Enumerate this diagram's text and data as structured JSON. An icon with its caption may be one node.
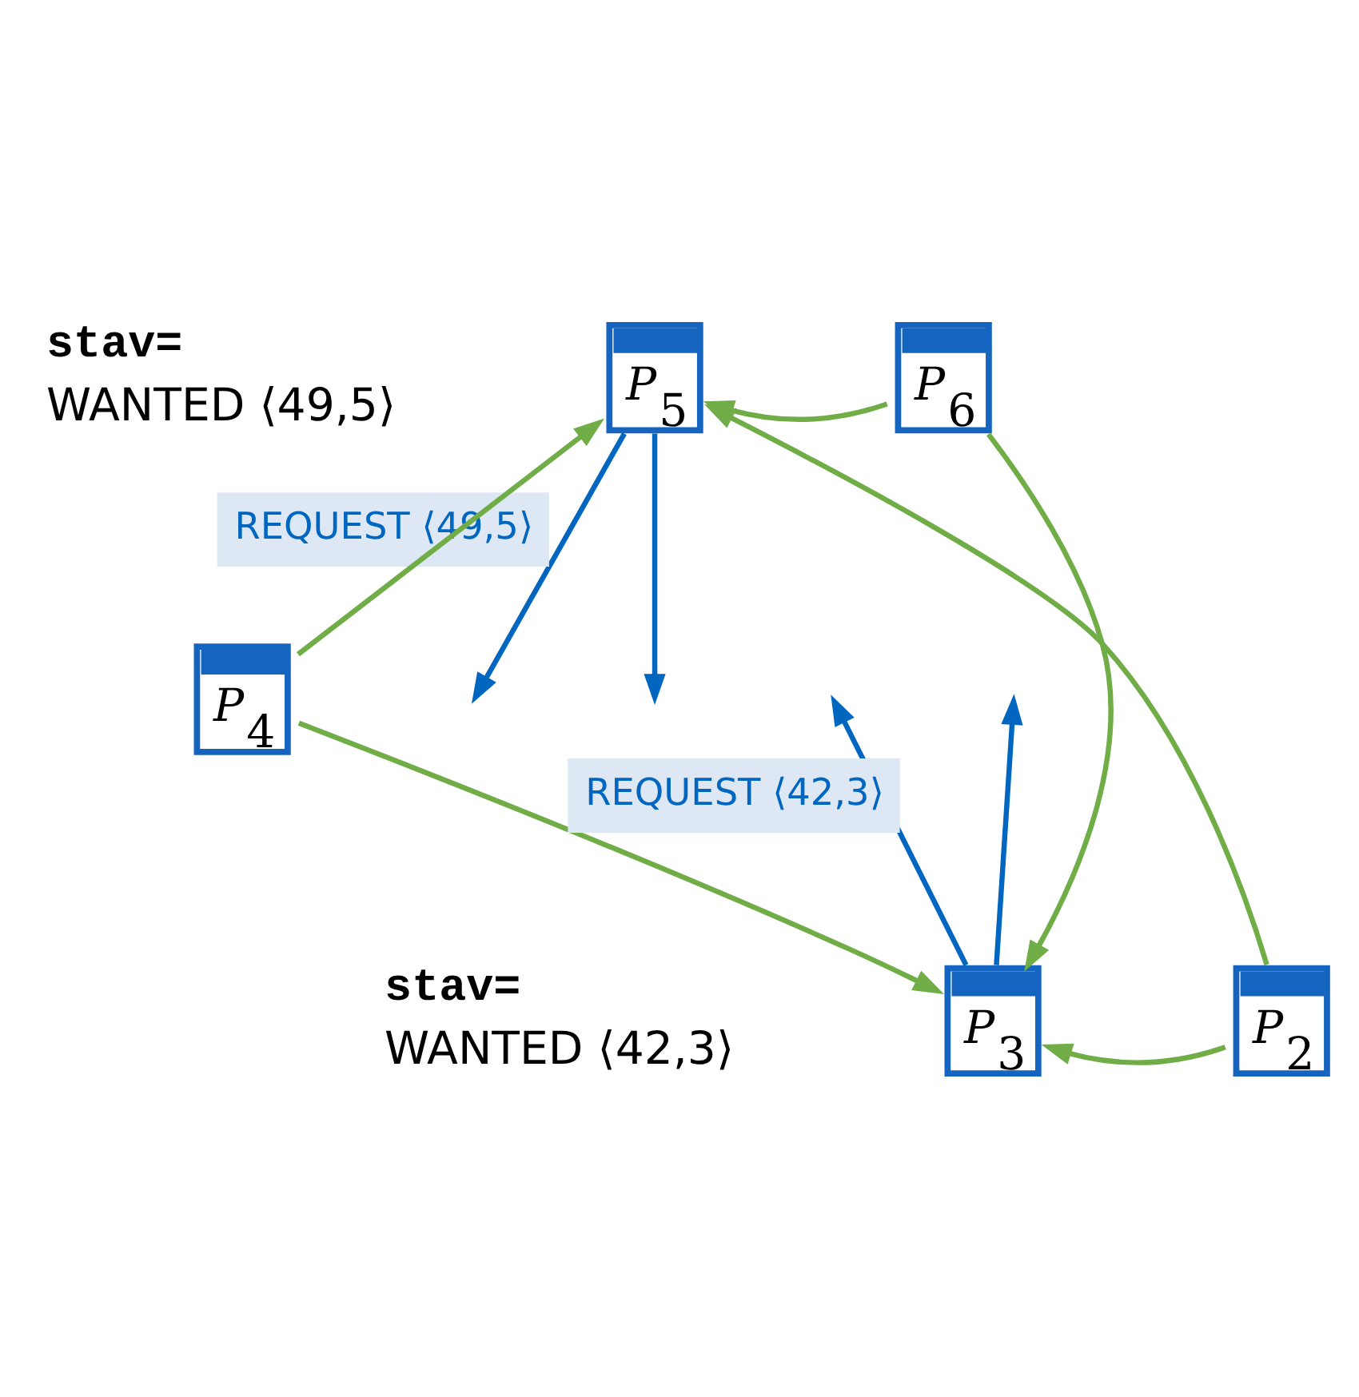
{
  "diagram": {
    "nodes": [
      {
        "text": [
          "*P*$_{5}$"
        ]
      },
      {
        "text": [
          "*P*$_{6}$"
        ]
      },
      {
        "text": [
          "*P*$_{4}$"
        ]
      },
      {
        "text": [
          "*P*$_{3}$"
        ]
      },
      {
        "text": [
          "*P*$_{2}$"
        ]
      }
    ],
    "edges": [
      {
        "from": 1,
        "to": 0,
        "arrow": "to"
      },
      {
        "from": 2,
        "to": 0,
        "arrow": "to"
      },
      {
        "from": 4,
        "to": 0,
        "arrow": "to"
      },
      {
        "from": 1,
        "to": 3,
        "arrow": "to"
      },
      {
        "from": 2,
        "to": 3,
        "arrow": "to"
      },
      {
        "from": 4,
        "to": 3,
        "arrow": "to"
      },
      {
        "from": 0,
        "to": null,
        "arrow": "to",
        "color": "#0066c0",
        "label": "REQUEST ⟨49,5⟩"
      },
      {
        "from": 0,
        "to": null,
        "arrow": "to",
        "color": "#0066c0"
      },
      {
        "from": 3,
        "to": null,
        "arrow": "to",
        "color": "#0066c0",
        "label": "REQUEST ⟨42,3⟩"
      },
      {
        "from": 3,
        "to": null,
        "arrow": "to",
        "color": "#0066c0"
      }
    ],
    "labels": [
      "stav=",
      "WANTED ⟨49,5⟩",
      "stav=",
      "WANTED ⟨42,3⟩"
    ]
  }
}
